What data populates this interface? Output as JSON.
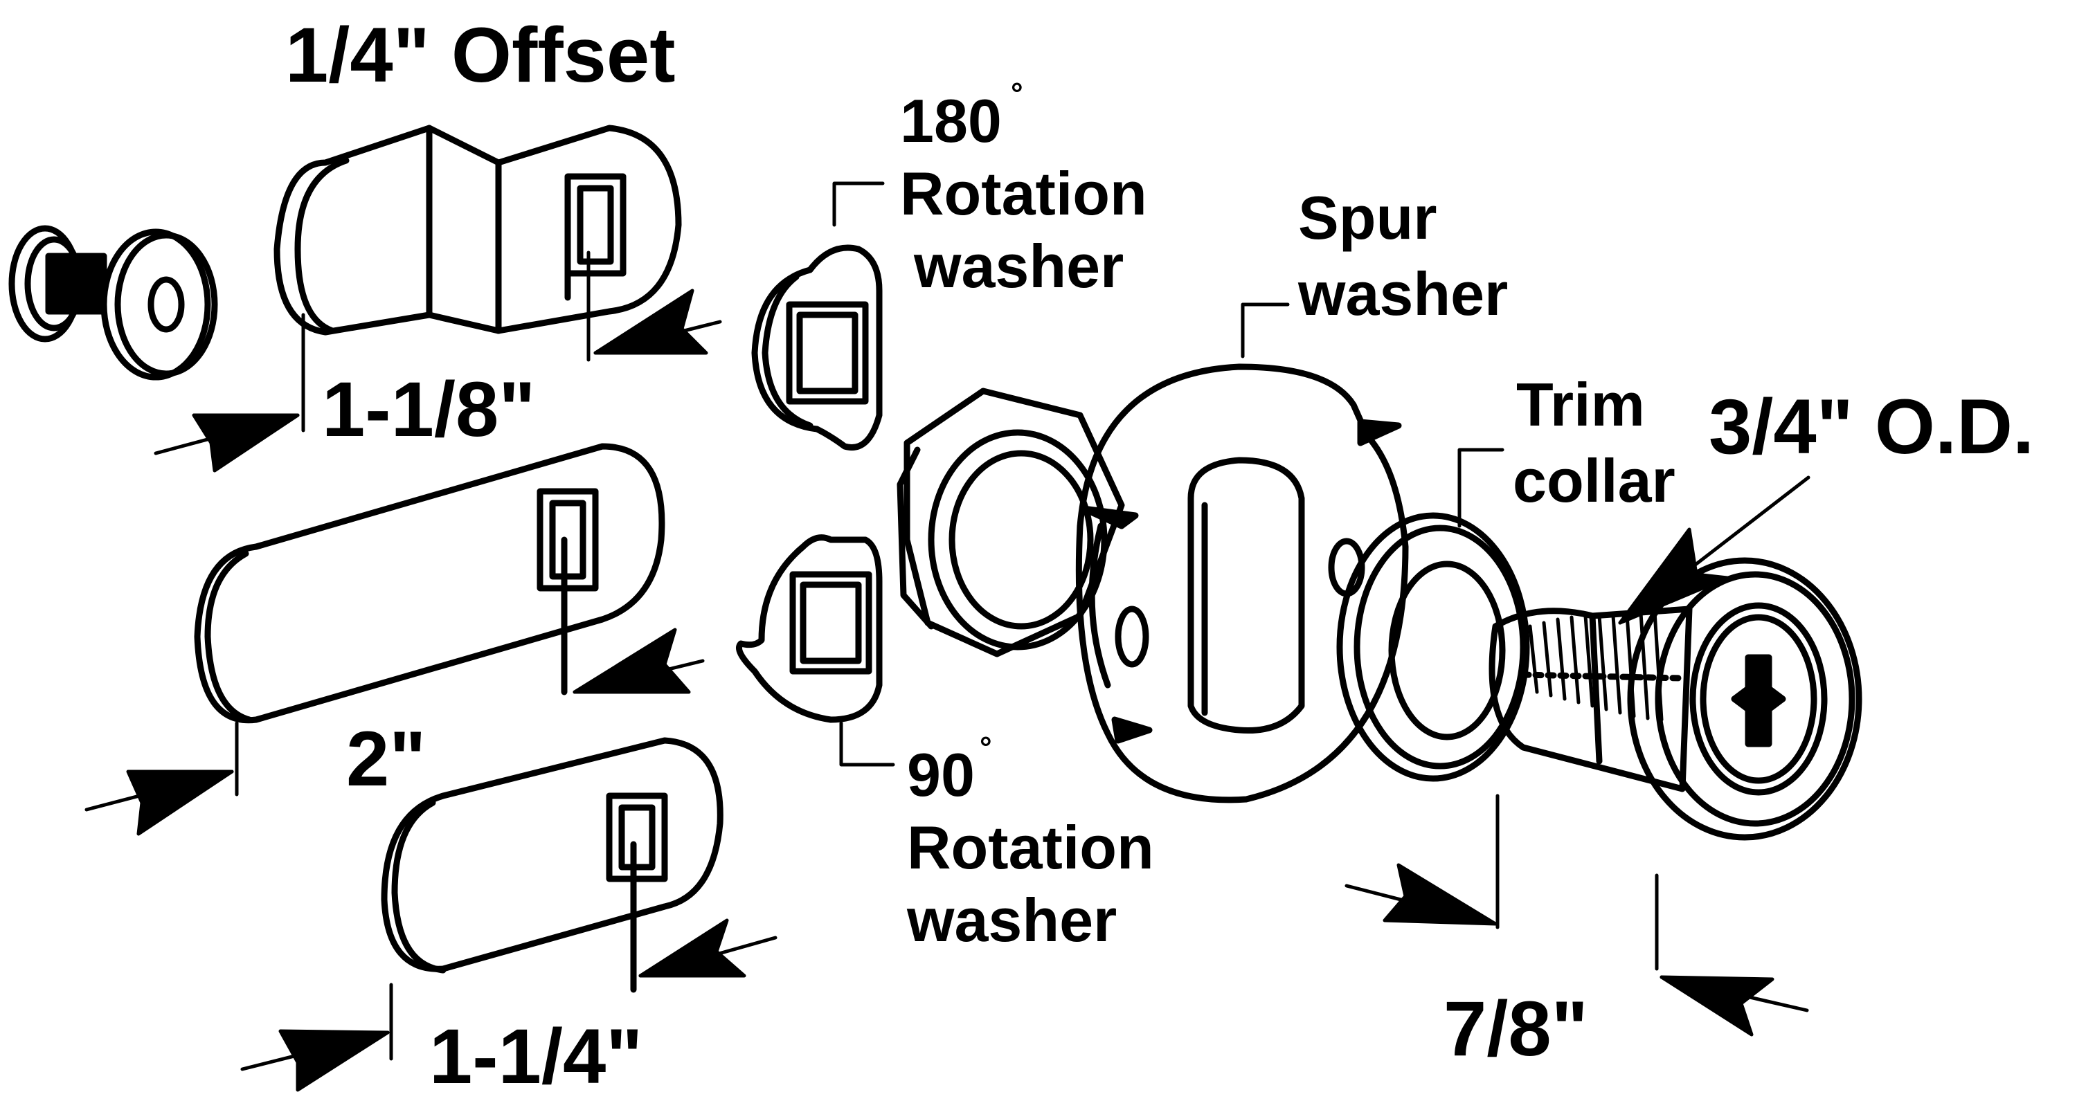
{
  "labels": {
    "offset": "1/4\" Offset",
    "dim_1_1_8": "1-1/8\"",
    "dim_2": "2\"",
    "dim_1_1_4": "1-1/4\"",
    "rot180": "180",
    "rot90": "90",
    "degree_symbol": "°",
    "rotation": "Rotation",
    "washer": "washer",
    "spur": "Spur",
    "trim": "Trim",
    "collar": "collar",
    "od": "3/4\" O.D.",
    "dim_7_8": "7/8\""
  },
  "colors": {
    "ink": "#000000",
    "paper": "#ffffff"
  }
}
